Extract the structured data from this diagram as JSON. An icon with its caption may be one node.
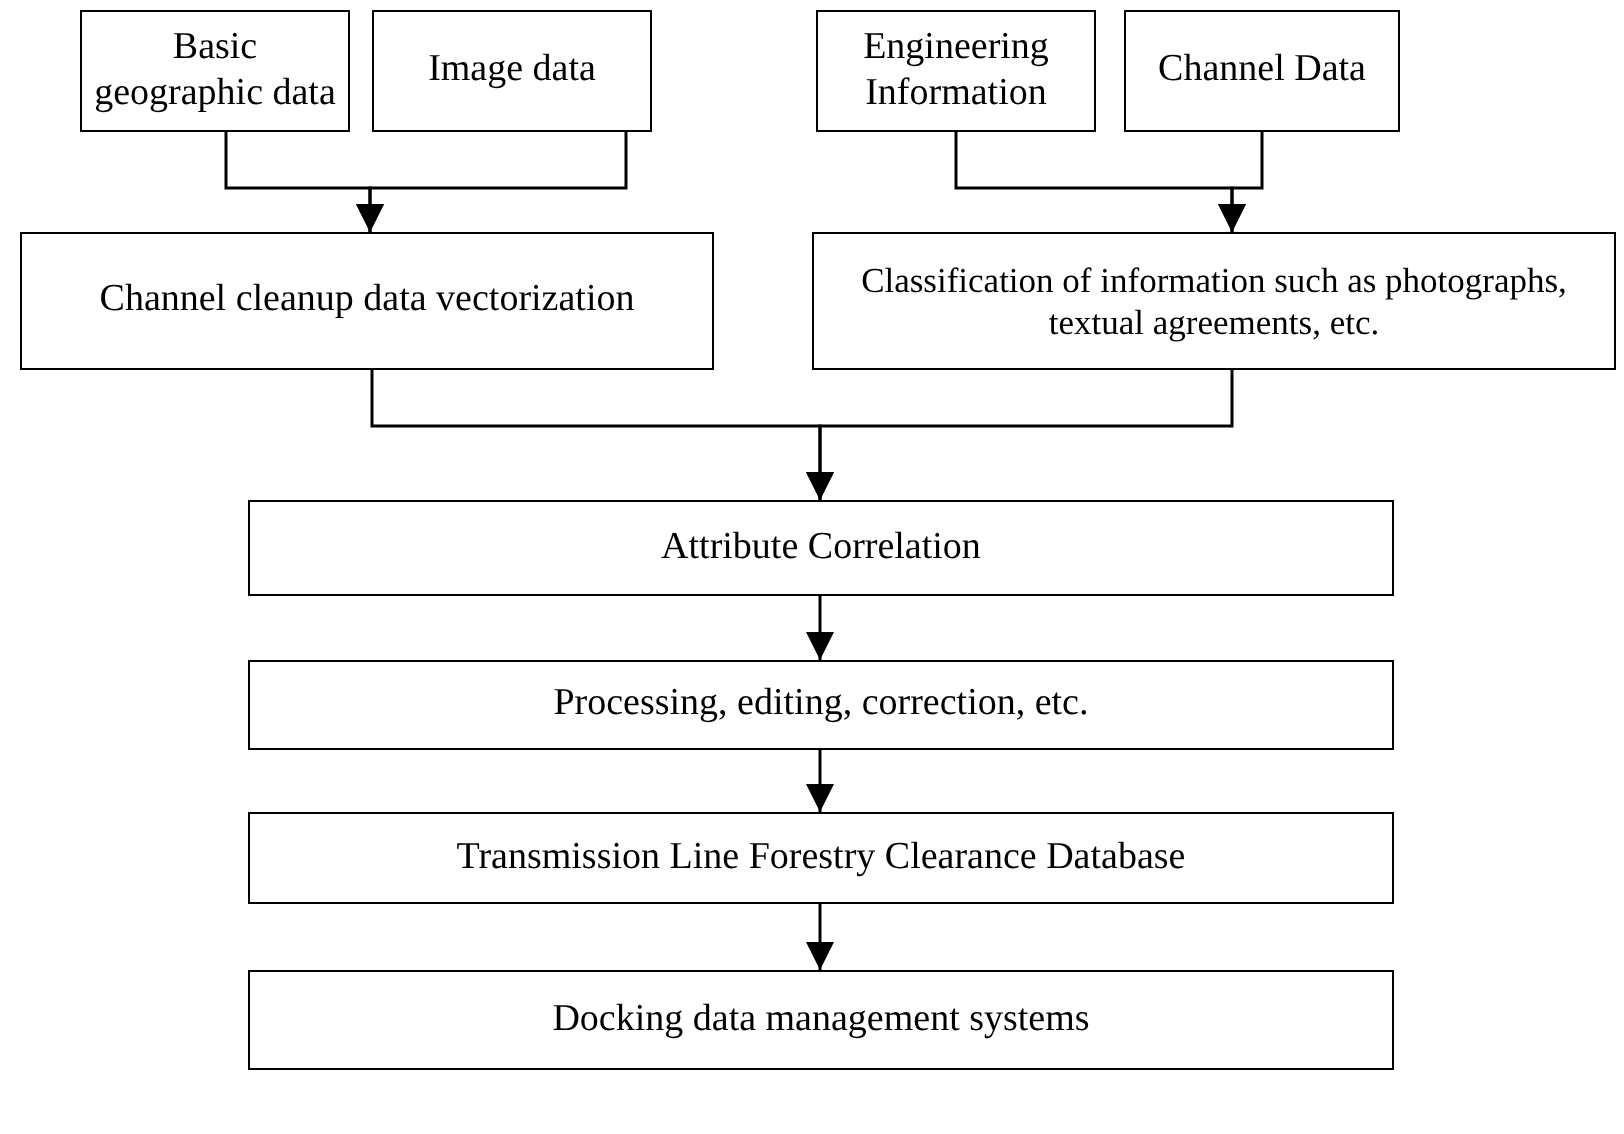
{
  "diagram": {
    "nodes": [
      {
        "text": [
          "Basic geographic data"
        ]
      },
      {
        "text": [
          "Image data"
        ]
      },
      {
        "text": [
          "Engineering Information"
        ]
      },
      {
        "text": [
          "Channel Data"
        ]
      },
      {
        "text": [
          "Channel cleanup data vectorization"
        ]
      },
      {
        "text": [
          "Classification of information such as photographs, textual agreements, etc."
        ]
      },
      {
        "text": [
          "Attribute Correlation"
        ]
      },
      {
        "text": [
          "Processing, editing, correction, etc."
        ]
      },
      {
        "text": [
          "Transmission Line Forestry Clearance Database"
        ]
      },
      {
        "text": [
          "Docking data management systems"
        ]
      }
    ],
    "edges": [
      {
        "from": 0,
        "to": 4,
        "arrow": "to"
      },
      {
        "from": 1,
        "to": 4,
        "arrow": "to"
      },
      {
        "from": 2,
        "to": 5,
        "arrow": "to"
      },
      {
        "from": 3,
        "to": 5,
        "arrow": "to"
      },
      {
        "from": 4,
        "to": 6,
        "arrow": "to"
      },
      {
        "from": 5,
        "to": 6,
        "arrow": "to"
      },
      {
        "from": 6,
        "to": 7,
        "arrow": "to"
      },
      {
        "from": 7,
        "to": 8,
        "arrow": "to"
      },
      {
        "from": 8,
        "to": 9,
        "arrow": "to"
      }
    ]
  }
}
